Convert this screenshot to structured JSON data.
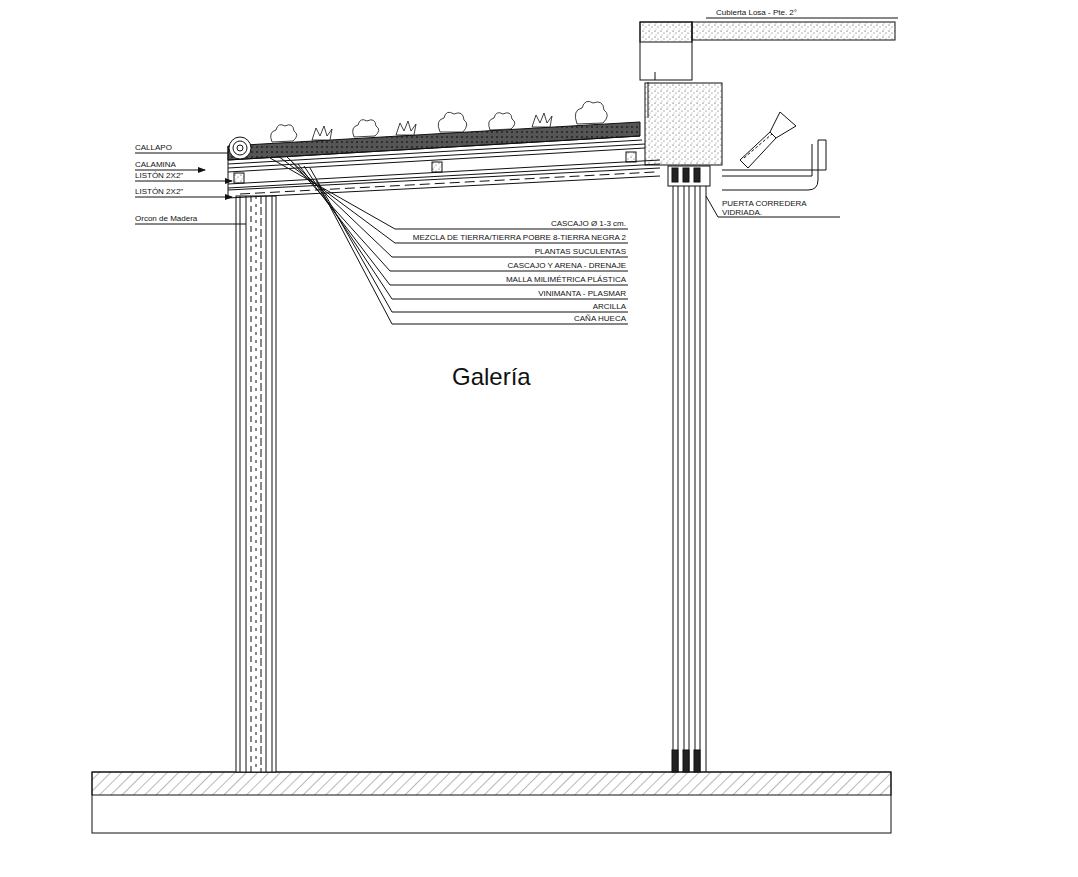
{
  "diagram": {
    "labels": [
      "Cubierta Losa - Pte. 2°",
      "CALLAPO",
      "CALAMINA",
      "LISTÓN 2X2\"",
      "LISTÓN 2X2\"",
      "Orcon de Madera",
      "CASCAJO Ø 1-3 cm.",
      "MEZCLA DE TIERRA/TIERRA POBRE 8-TIERRA NEGRA 2",
      "PLANTAS SUCULENTAS",
      "CASCAJO Y ARENA - DRENAJE",
      "MALLA MILIMÉTRICA PLÁSTICA",
      "VINIMANTA - PLASMAR",
      "ARCILLA",
      "CAÑA HUECA",
      "PUERTA CORREDERA VIDRIADA.",
      "Galería"
    ]
  }
}
